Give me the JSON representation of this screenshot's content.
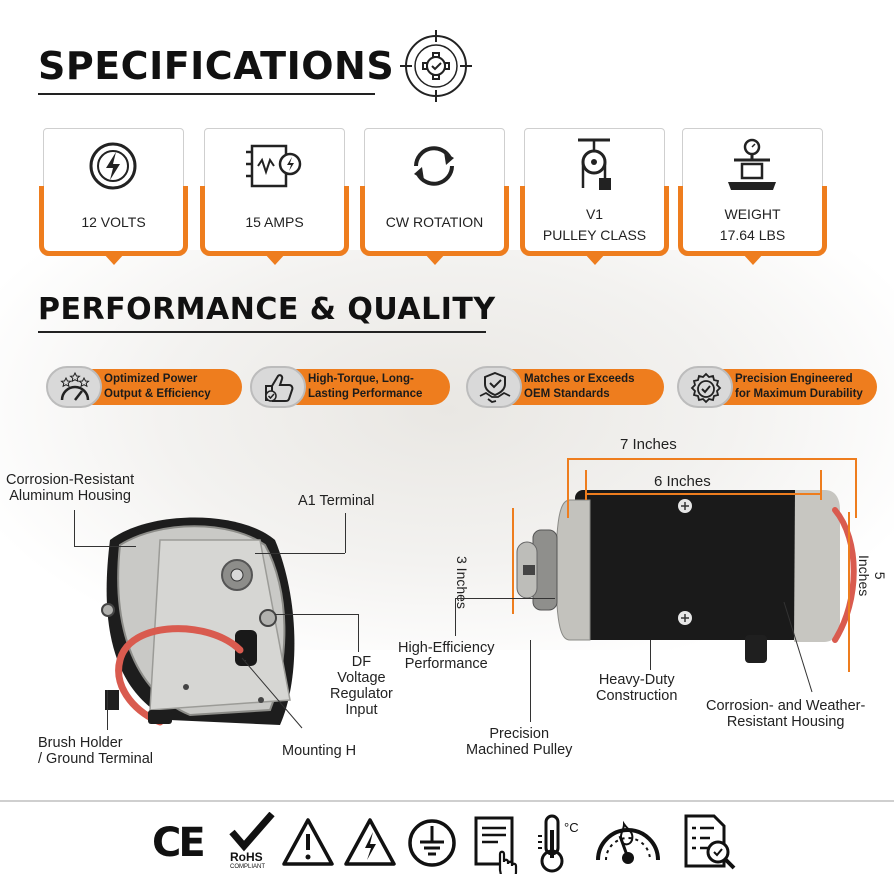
{
  "headings": {
    "specifications": "SPECIFICATIONS",
    "performance": "PERFORMANCE & QUALITY"
  },
  "specs": [
    {
      "icon": "bolt-icon",
      "line1": "12 VOLTS",
      "line2": ""
    },
    {
      "icon": "circuit-amps-icon",
      "line1": "15 AMPS",
      "line2": ""
    },
    {
      "icon": "rotation-arrows-icon",
      "line1": "CW ROTATION",
      "line2": ""
    },
    {
      "icon": "pulley-icon",
      "line1": "V1",
      "line2": "PULLEY CLASS"
    },
    {
      "icon": "scale-weight-icon",
      "line1": "WEIGHT",
      "line2": "17.64 LBS"
    }
  ],
  "features": [
    {
      "icon": "gauge-stars-icon",
      "line1": "Optimized Power",
      "line2": "Output & Efficiency"
    },
    {
      "icon": "thumbs-up-icon",
      "line1": "High-Torque, Long-",
      "line2": "Lasting Performance"
    },
    {
      "icon": "handshake-shield-icon",
      "line1": "Matches or Exceeds",
      "line2": "OEM Standards"
    },
    {
      "icon": "quality-badge-icon",
      "line1": "Precision Engineered",
      "line2": "for Maximum Durability"
    }
  ],
  "callouts": {
    "corrosion_resistant": [
      "Corrosion-Resistant",
      "Aluminum Housing"
    ],
    "a1_terminal": "A1 Terminal",
    "df_voltage": [
      "DF",
      "Voltage",
      "Regulator",
      "Input"
    ],
    "brush_holder": [
      "Brush Holder",
      "/ Ground Terminal"
    ],
    "mounting": "Mounting H",
    "high_efficiency": [
      "High-Efficiency",
      "Performance"
    ],
    "precision_pulley": [
      "Precision",
      "Machined Pulley"
    ],
    "heavy_duty": [
      "Heavy-Duty",
      "Construction"
    ],
    "weather_resistant": [
      "Corrosion- and Weather-",
      "Resistant Housing"
    ]
  },
  "dimensions": {
    "seven": "7 Inches",
    "six": "6 Inches",
    "three": "3 Inches",
    "five": "5 Inches"
  },
  "certifications": {
    "ce": "CE",
    "rohs": "RoHS",
    "rohs_sub": "COMPLIANT",
    "temp_unit": "°C",
    "icons": [
      "ce-mark-icon",
      "rohs-check-icon",
      "warning-exclamation-icon",
      "high-voltage-warning-icon",
      "ground-symbol-icon",
      "manual-touch-icon",
      "thermometer-icon",
      "gauge-meter-icon",
      "inspection-document-icon"
    ]
  },
  "colors": {
    "accent": "#ee7d1e",
    "text": "#111111",
    "border": "#cfcfcf"
  }
}
